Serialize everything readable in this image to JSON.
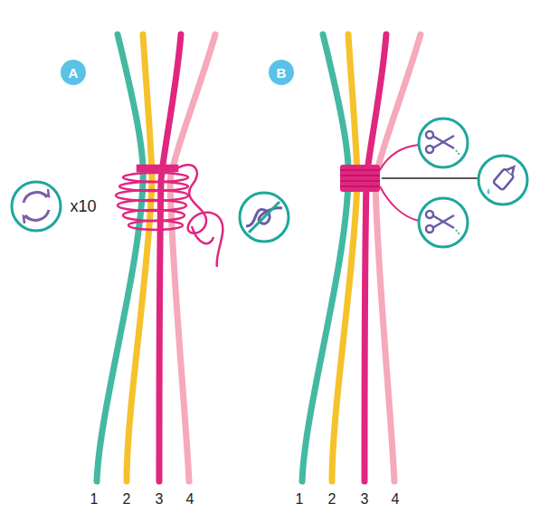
{
  "diagram": {
    "nodes": [
      {
        "text": [
          "A"
        ]
      },
      {
        "text": [
          "B"
        ]
      }
    ],
    "labels": [
      "x10",
      "1",
      "2",
      "3",
      "4",
      "1",
      "2",
      "3",
      "4"
    ]
  }
}
